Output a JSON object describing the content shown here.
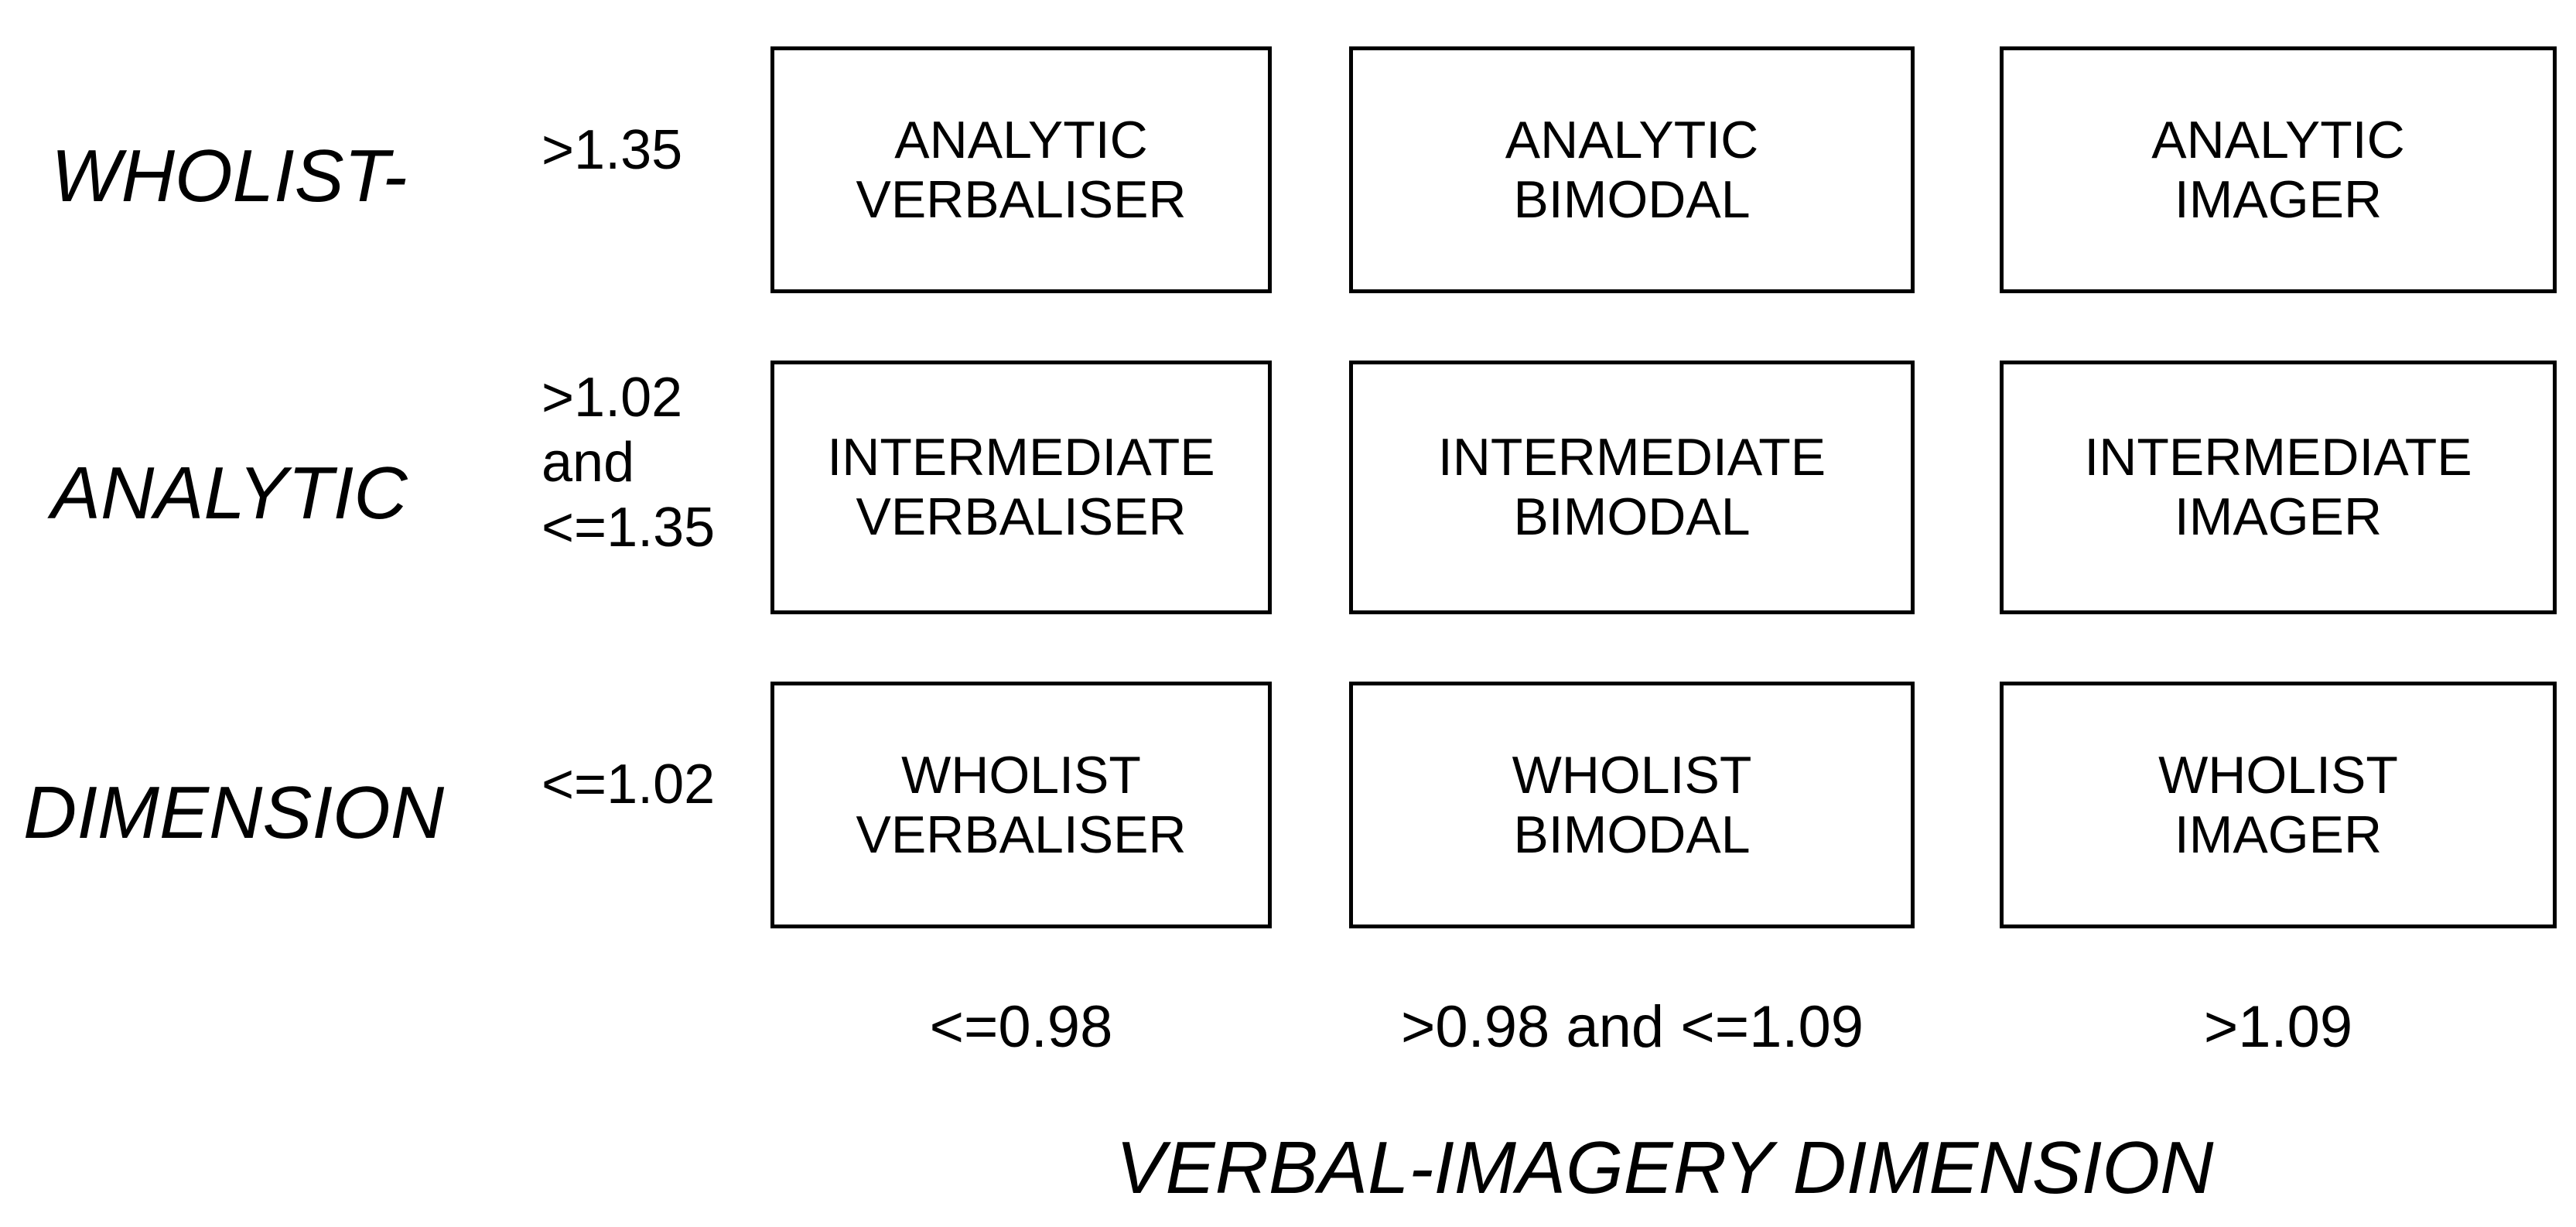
{
  "y_axis": {
    "words": [
      "WHOLIST-",
      "ANALYTIC",
      "DIMENSION"
    ]
  },
  "row_thresholds": [
    [
      ">1.35"
    ],
    [
      ">1.02",
      "and",
      "<=1.35"
    ],
    [
      "<=1.02"
    ]
  ],
  "cells": [
    [
      {
        "line1": "ANALYTIC",
        "line2": "VERBALISER"
      },
      {
        "line1": "ANALYTIC",
        "line2": "BIMODAL"
      },
      {
        "line1": "ANALYTIC",
        "line2": "IMAGER"
      }
    ],
    [
      {
        "line1": "INTERMEDIATE",
        "line2": "VERBALISER"
      },
      {
        "line1": "INTERMEDIATE",
        "line2": "BIMODAL"
      },
      {
        "line1": "INTERMEDIATE",
        "line2": "IMAGER"
      }
    ],
    [
      {
        "line1": "WHOLIST",
        "line2": "VERBALISER"
      },
      {
        "line1": "WHOLIST",
        "line2": "BIMODAL"
      },
      {
        "line1": "WHOLIST",
        "line2": "IMAGER"
      }
    ]
  ],
  "column_thresholds": [
    "<=0.98",
    ">0.98 and <=1.09",
    ">1.09"
  ],
  "x_axis": {
    "title": "VERBAL-IMAGERY DIMENSION"
  }
}
